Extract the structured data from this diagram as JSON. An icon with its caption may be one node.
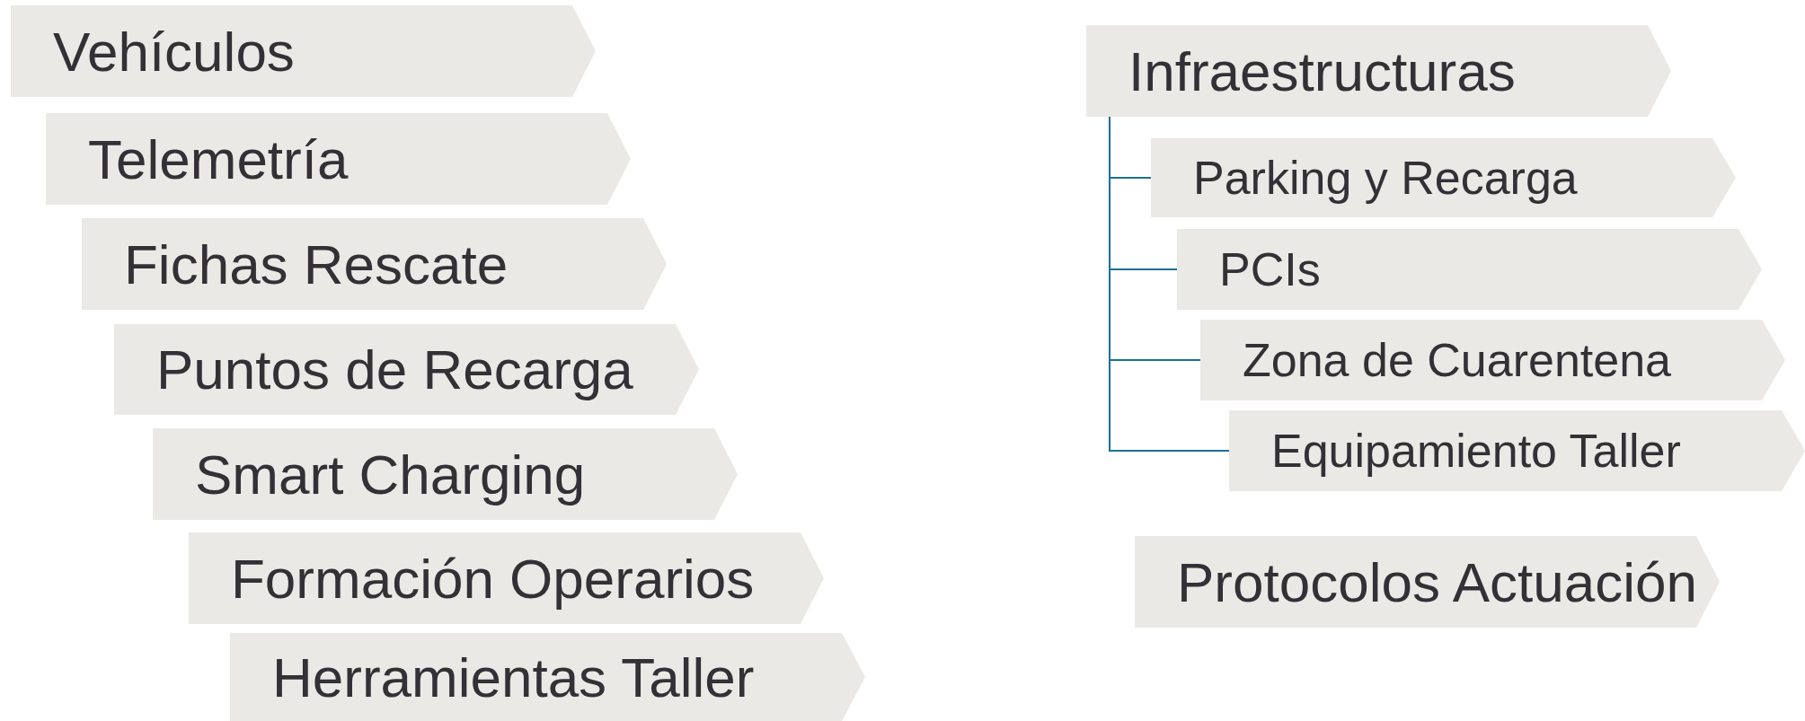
{
  "diagram": {
    "nodes": [
      {
        "text": [
          "Vehículos"
        ]
      },
      {
        "text": [
          "Telemetría"
        ]
      },
      {
        "text": [
          "Fichas Rescate"
        ]
      },
      {
        "text": [
          "Puntos de Recarga"
        ]
      },
      {
        "text": [
          "Smart Charging"
        ]
      },
      {
        "text": [
          "Formación Operarios"
        ]
      },
      {
        "text": [
          "Herramientas Taller"
        ]
      },
      {
        "text": [
          "Infraestructuras"
        ]
      },
      {
        "text": [
          "Parking y Recarga"
        ]
      },
      {
        "text": [
          "PCIs"
        ]
      },
      {
        "text": [
          "Zona de Cuarentena"
        ]
      },
      {
        "text": [
          "Equipamiento Taller"
        ]
      },
      {
        "text": [
          "Protocolos Actuación"
        ]
      }
    ],
    "edges": [
      {
        "from": 7,
        "to": 8,
        "arrow": "none"
      },
      {
        "from": 7,
        "to": 9,
        "arrow": "none"
      },
      {
        "from": 7,
        "to": 10,
        "arrow": "none"
      },
      {
        "from": 7,
        "to": 11,
        "arrow": "none"
      }
    ]
  }
}
